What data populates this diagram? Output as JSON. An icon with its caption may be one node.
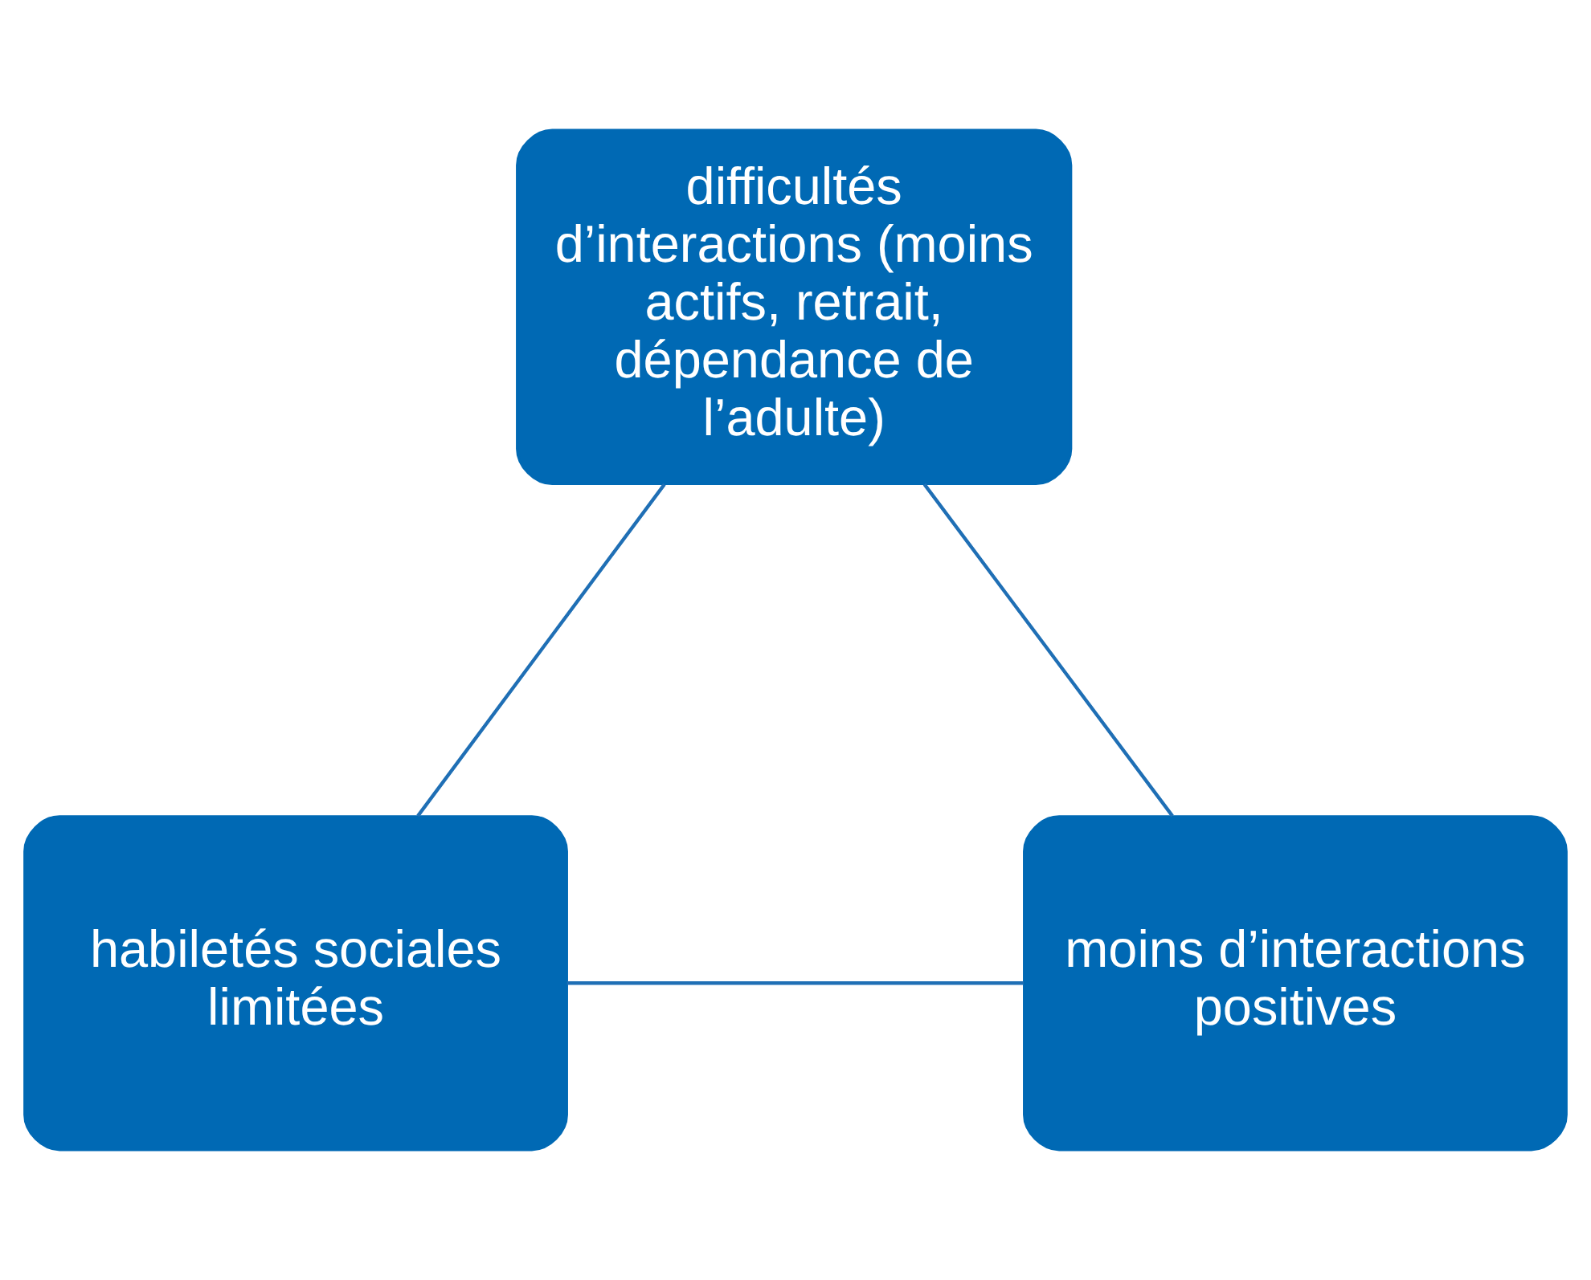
{
  "diagram": {
    "nodes": [
      {
        "text": [
          "difficultés d’interactions (moins actifs, retrait, dépendance de l’adulte)"
        ]
      },
      {
        "text": [
          "moins d’interactions positives"
        ]
      },
      {
        "text": [
          "habiletés sociales limitées"
        ]
      }
    ],
    "edges": [
      {
        "from": 0,
        "to": 2,
        "arrow": "none"
      },
      {
        "from": 2,
        "to": 1,
        "arrow": "none"
      },
      {
        "from": 1,
        "to": 0,
        "arrow": "none"
      }
    ]
  }
}
